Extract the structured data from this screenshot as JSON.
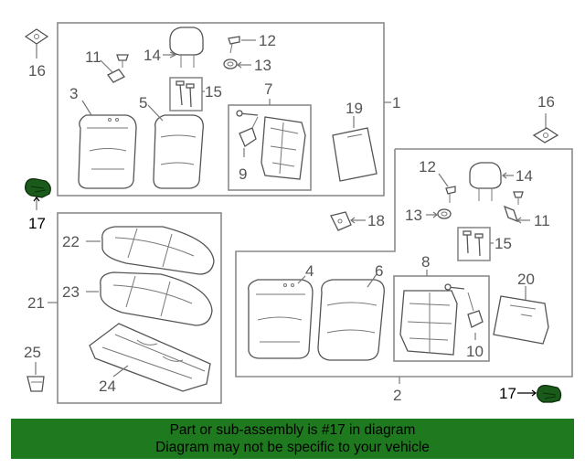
{
  "diagram": {
    "callouts": {
      "c1": "1",
      "c2": "2",
      "c3": "3",
      "c4": "4",
      "c5": "5",
      "c6": "6",
      "c7": "7",
      "c8": "8",
      "c9": "9",
      "c10": "10",
      "c11a": "11",
      "c11b": "11",
      "c12a": "12",
      "c12b": "12",
      "c13a": "13",
      "c13b": "13",
      "c14a": "14",
      "c14b": "14",
      "c15a": "15",
      "c15b": "15",
      "c16a": "16",
      "c16b": "16",
      "c17a": "17",
      "c17b": "17",
      "c18": "18",
      "c19": "19",
      "c20": "20",
      "c21": "21",
      "c22": "22",
      "c23": "23",
      "c24": "24",
      "c25": "25"
    },
    "highlighted_part": "17",
    "highlight_color": "#1a5a1a"
  },
  "banner": {
    "line1": "Part or sub-assembly is #17 in diagram",
    "line2": "Diagram may not be specific to your vehicle",
    "color": "#1f7a1f"
  }
}
